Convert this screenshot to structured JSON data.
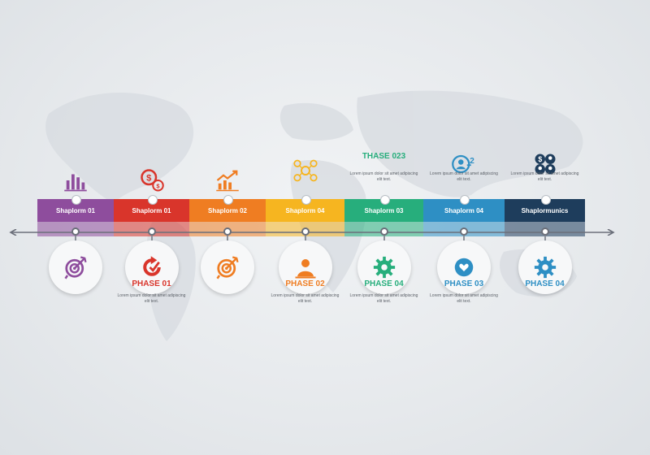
{
  "colors": {
    "purple": "#8e4d9d",
    "red": "#d9352b",
    "orange": "#ef7d22",
    "yellow": "#f6b520",
    "green": "#27ae7c",
    "blue": "#2e8fc4",
    "navy": "#1e3d5c",
    "timeline": "#6b6f7a"
  },
  "segments": [
    {
      "label": "Shaplorm 01",
      "color": "#8e4d9d"
    },
    {
      "label": "Shaplorm 01",
      "color": "#d9352b"
    },
    {
      "label": "Shaplorm 02",
      "color": "#ef7d22"
    },
    {
      "label": "Shaplorm 04",
      "color": "#f6b520"
    },
    {
      "label": "Shaplorm 03",
      "color": "#27ae7c"
    },
    {
      "label": "Shaplorm 04",
      "color": "#2e8fc4"
    },
    {
      "label": "Shaplormunics",
      "color": "#1e3d5c"
    }
  ],
  "top_icons": [
    {
      "icon": "bar-chart-icon",
      "color": "#8e4d9d"
    },
    {
      "icon": "dollar-coins-icon",
      "color": "#d9352b"
    },
    {
      "icon": "growth-chart-icon",
      "color": "#ef7d22"
    },
    {
      "icon": "network-nodes-icon",
      "color": "#f6b520"
    },
    {
      "icon": "user-count-icon",
      "color": "#2e8fc4"
    },
    {
      "icon": "team-money-icon",
      "color": "#1e3d5c"
    }
  ],
  "top_phase": {
    "title": "THASE 023",
    "desc": "Lorem ipsum dolor sit amet adipiscing elit text."
  },
  "top_descs": [
    "Lorem ipsum dolor sit amet adipiscing elit text.",
    "Lorem ipsum dolor sit amet adipiscing elit text."
  ],
  "milestones": [
    {
      "icon": "target-arrow-icon",
      "color": "#8e4d9d",
      "phase": "",
      "desc": ""
    },
    {
      "icon": "refresh-arrow-icon",
      "color": "#d9352b",
      "phase": "PHASE 01",
      "desc": "Lorem ipsum dolor sit amet adipiscing elit text."
    },
    {
      "icon": "target-arrow-icon",
      "color": "#ef7d22",
      "phase": "",
      "desc": ""
    },
    {
      "icon": "person-icon",
      "color": "#ef7d22",
      "phase": "PHASE 02",
      "desc": "Lorem ipsum dolor sit amet adipiscing elit text."
    },
    {
      "icon": "gear-icon",
      "color": "#27ae7c",
      "phase": "PHASE 04",
      "desc": "Lorem ipsum dolor sit amet adipiscing elit text."
    },
    {
      "icon": "heart-badge-icon",
      "color": "#2e8fc4",
      "phase": "PHASE 03",
      "desc": "Lorem ipsum dolor sit amet adipiscing elit text."
    },
    {
      "icon": "gear-icon",
      "color": "#2e8fc4",
      "phase": "PHASE 04",
      "desc": ""
    }
  ]
}
